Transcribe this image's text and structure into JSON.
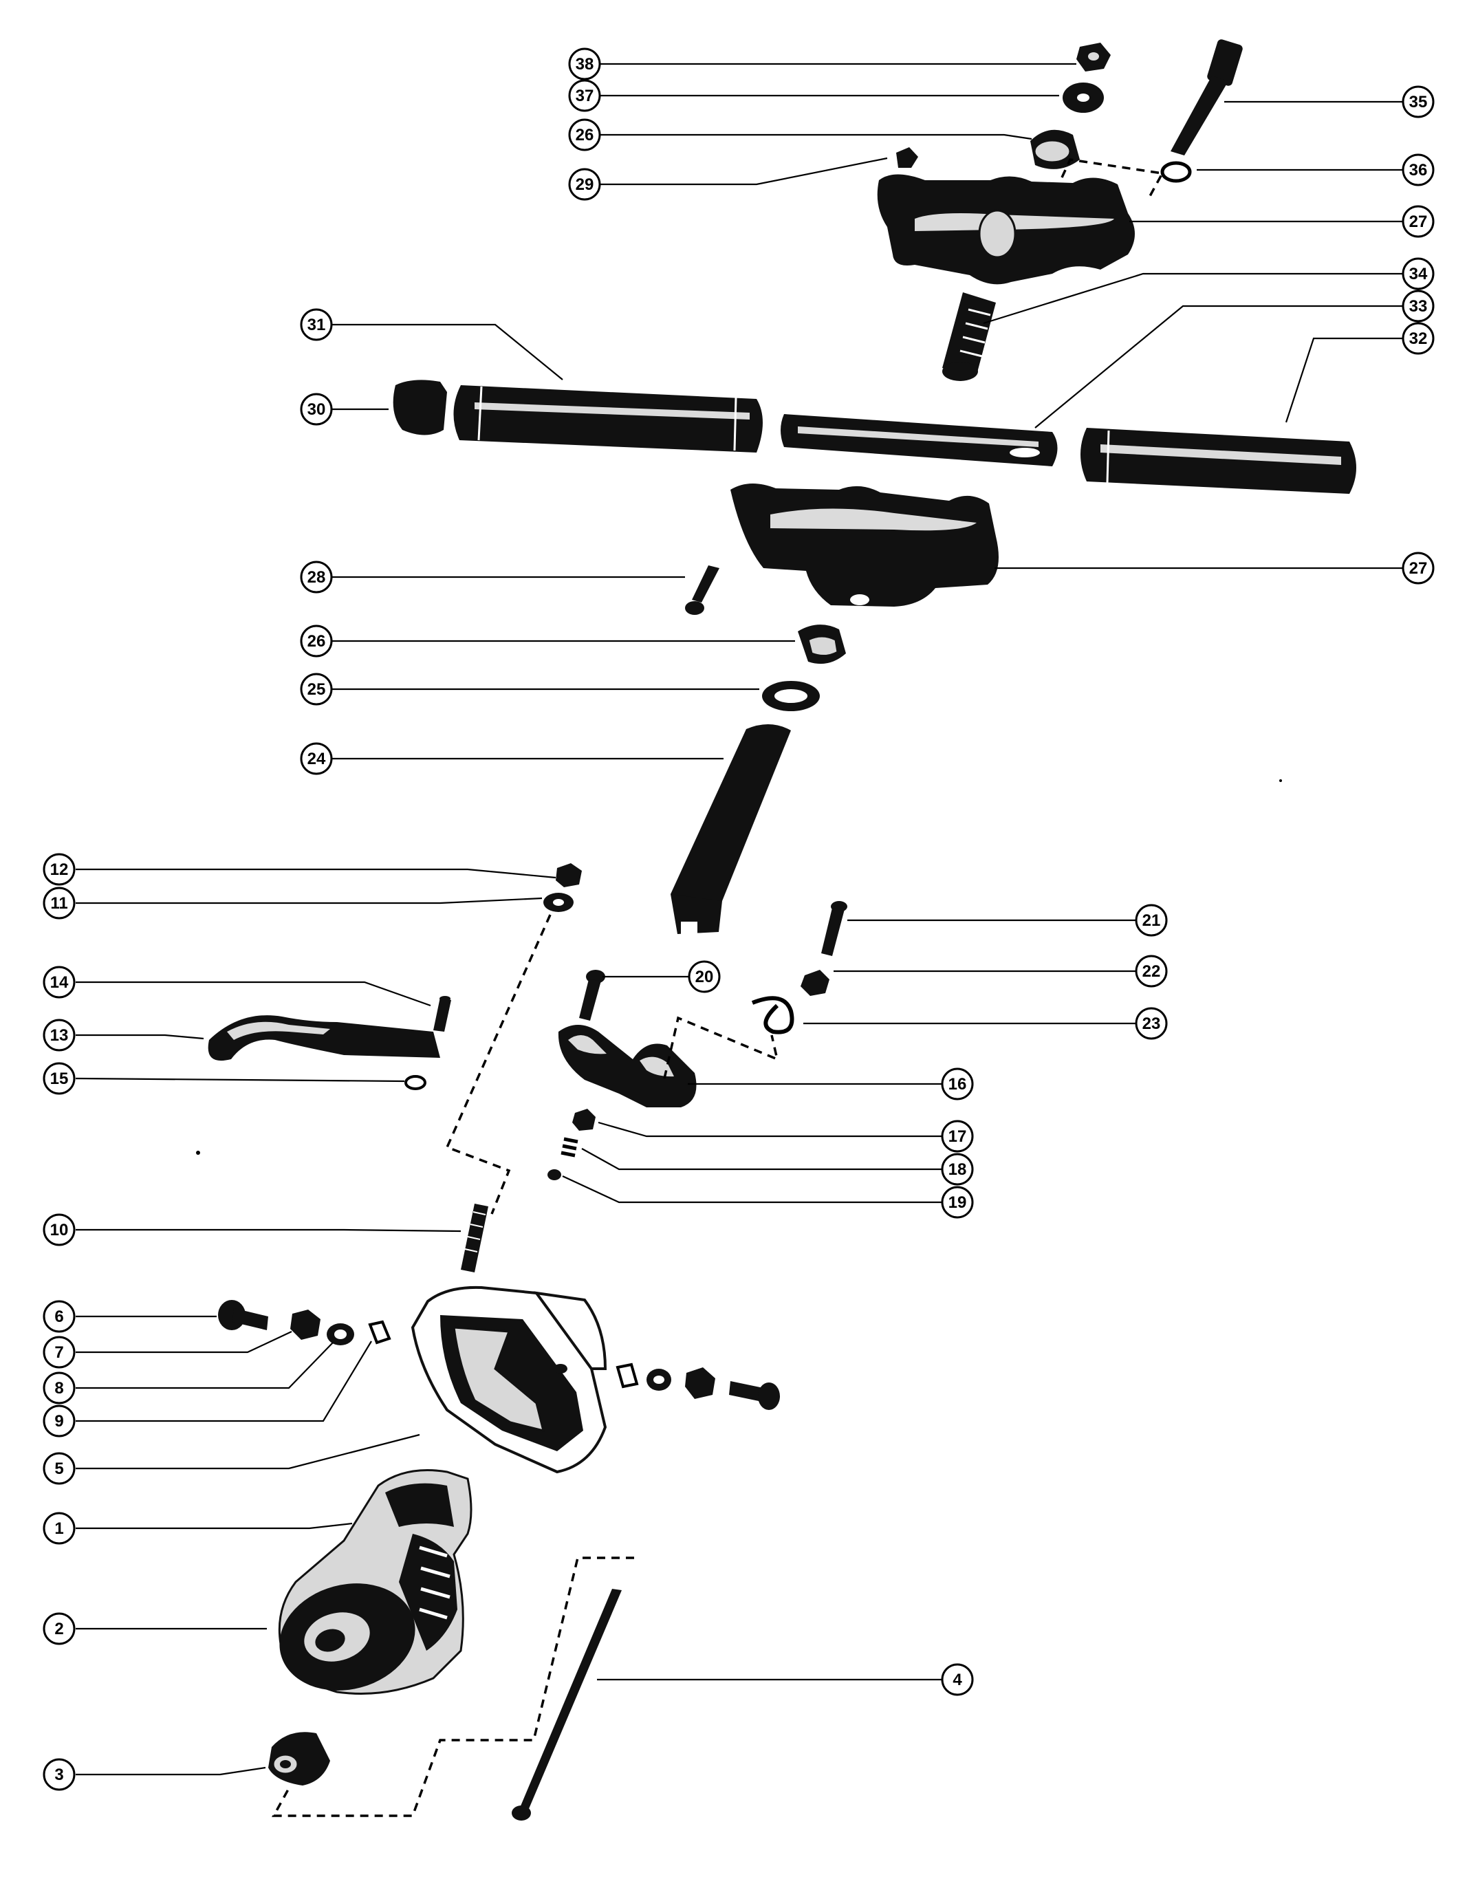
{
  "callouts": [
    {
      "id": "38",
      "label": "38"
    },
    {
      "id": "37",
      "label": "37"
    },
    {
      "id": "26a",
      "label": "26"
    },
    {
      "id": "29",
      "label": "29"
    },
    {
      "id": "35",
      "label": "35"
    },
    {
      "id": "36",
      "label": "36"
    },
    {
      "id": "27a",
      "label": "27"
    },
    {
      "id": "34",
      "label": "34"
    },
    {
      "id": "33",
      "label": "33"
    },
    {
      "id": "32",
      "label": "32"
    },
    {
      "id": "31",
      "label": "31"
    },
    {
      "id": "30",
      "label": "30"
    },
    {
      "id": "28",
      "label": "28"
    },
    {
      "id": "27b",
      "label": "27"
    },
    {
      "id": "26b",
      "label": "26"
    },
    {
      "id": "25",
      "label": "25"
    },
    {
      "id": "24",
      "label": "24"
    },
    {
      "id": "12",
      "label": "12"
    },
    {
      "id": "11",
      "label": "11"
    },
    {
      "id": "21",
      "label": "21"
    },
    {
      "id": "20",
      "label": "20"
    },
    {
      "id": "22",
      "label": "22"
    },
    {
      "id": "14",
      "label": "14"
    },
    {
      "id": "23",
      "label": "23"
    },
    {
      "id": "13",
      "label": "13"
    },
    {
      "id": "16",
      "label": "16"
    },
    {
      "id": "15",
      "label": "15"
    },
    {
      "id": "17",
      "label": "17"
    },
    {
      "id": "18",
      "label": "18"
    },
    {
      "id": "19",
      "label": "19"
    },
    {
      "id": "10",
      "label": "10"
    },
    {
      "id": "6",
      "label": "6"
    },
    {
      "id": "7",
      "label": "7"
    },
    {
      "id": "8",
      "label": "8"
    },
    {
      "id": "9",
      "label": "9"
    },
    {
      "id": "5",
      "label": "5"
    },
    {
      "id": "1",
      "label": "1"
    },
    {
      "id": "2",
      "label": "2"
    },
    {
      "id": "4",
      "label": "4"
    },
    {
      "id": "3",
      "label": "3"
    }
  ]
}
